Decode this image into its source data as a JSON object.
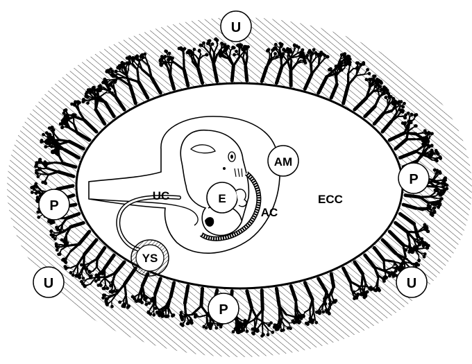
{
  "labels": {
    "uterus": "U",
    "placenta": "P",
    "amnion": "AM",
    "embryo": "E",
    "umbilical_cord": "UC",
    "amniotic_cavity": "AC",
    "extra_coelomic_cavity": "ECC",
    "yolk_sac": "YS"
  },
  "colors": {
    "ink": "#000000",
    "paper": "#ffffff",
    "hatch": "#333333"
  }
}
